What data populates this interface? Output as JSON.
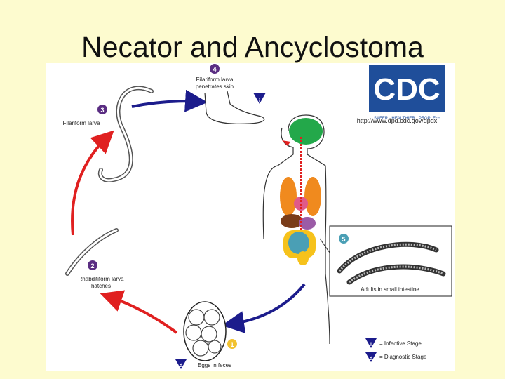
{
  "title": "Necator and Ancyclostoma",
  "colors": {
    "background": "#fdfbcf",
    "infective_arrow": "#1c1c8c",
    "diagnostic_arrow": "#e02020",
    "step_marker": "#5a2d82",
    "step1_marker": "#f2c230",
    "cdc_blue": "#1f4e9a"
  },
  "cdc": {
    "logo": "CDC",
    "tagline": "SAFER · HEALTHIER · PEOPLE™",
    "url": "http://www.dpd.cdc.gov/dpdx"
  },
  "steps": [
    {
      "num": "1",
      "label1": "Eggs in feces",
      "label2": ""
    },
    {
      "num": "2",
      "label1": "Rhabditiform larva",
      "label2": "hatches"
    },
    {
      "num": "3",
      "label1": "Filariform larva",
      "label2": ""
    },
    {
      "num": "4",
      "label1": "Filariform larva",
      "label2": "penetrates skin"
    },
    {
      "num": "5",
      "label1": "Adults in small intestine",
      "label2": ""
    }
  ],
  "stage_markers": {
    "infective": "i",
    "diagnostic": "d"
  },
  "legend": [
    {
      "symbol": "i",
      "text": "= Infective Stage"
    },
    {
      "symbol": "d",
      "text": "= Diagnostic Stage"
    }
  ]
}
